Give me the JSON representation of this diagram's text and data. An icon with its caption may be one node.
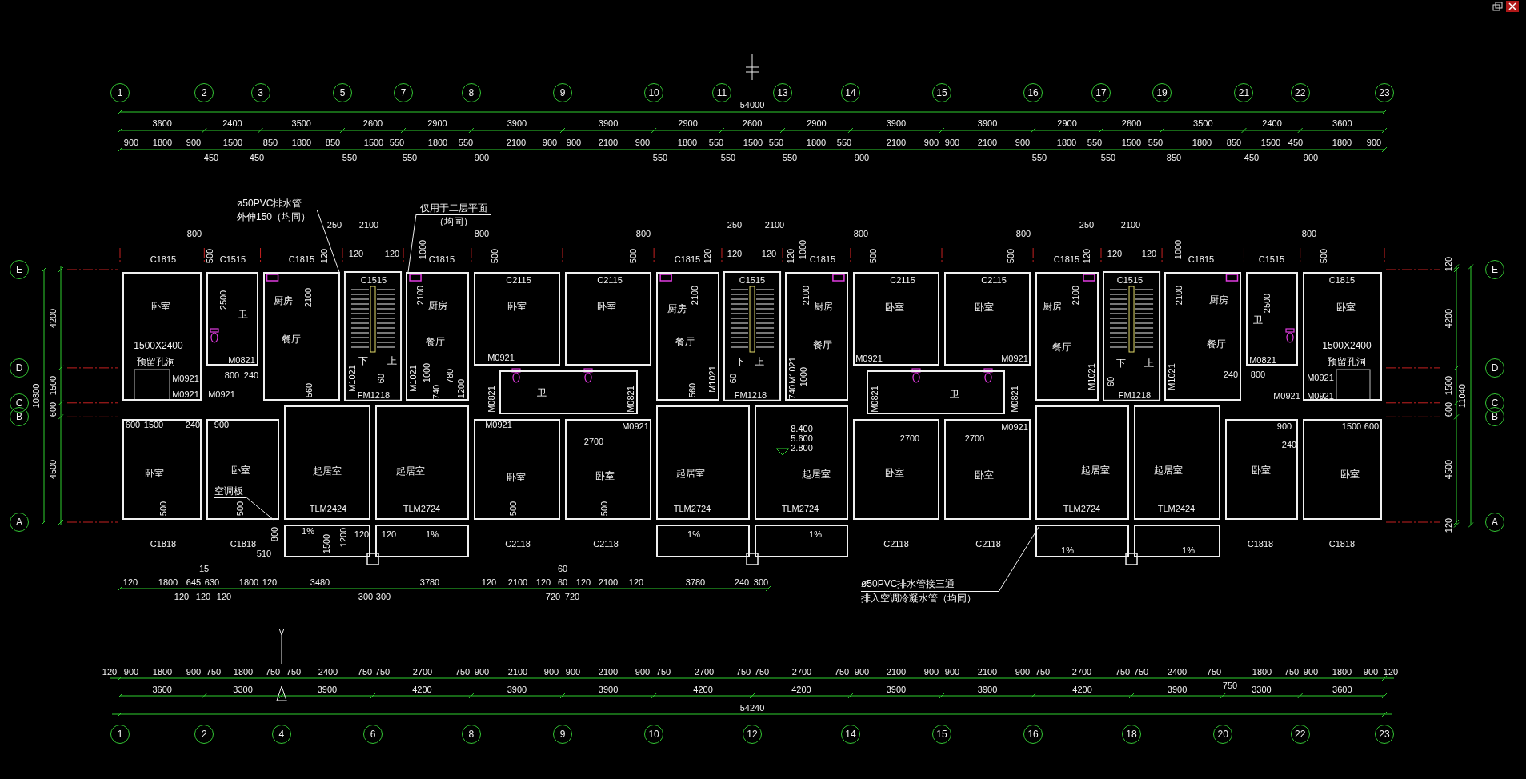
{
  "diagram": {
    "nodes": [
      {
        "text": [
          "1"
        ]
      },
      {
        "text": [
          "2"
        ]
      },
      {
        "text": [
          "3"
        ]
      },
      {
        "text": [
          "5"
        ]
      },
      {
        "text": [
          "7"
        ]
      },
      {
        "text": [
          "8"
        ]
      },
      {
        "text": [
          "9"
        ]
      },
      {
        "text": [
          "10"
        ]
      },
      {
        "text": [
          "11"
        ]
      },
      {
        "text": [
          "13"
        ]
      },
      {
        "text": [
          "14"
        ]
      },
      {
        "text": [
          "15"
        ]
      },
      {
        "text": [
          "16"
        ]
      },
      {
        "text": [
          "17"
        ]
      },
      {
        "text": [
          "19"
        ]
      },
      {
        "text": [
          "21"
        ]
      },
      {
        "text": [
          "22"
        ]
      },
      {
        "text": [
          "23"
        ]
      },
      {
        "text": [
          "ø50PVC排水管",
          "外伸150（均同）"
        ]
      },
      {
        "text": [
          "仅用于二层平面",
          "（均同）"
        ]
      },
      {
        "text": [
          "卧室"
        ]
      },
      {
        "text": [
          "卫"
        ]
      },
      {
        "text": [
          "餐厅"
        ]
      },
      {
        "text": [
          "厨房"
        ],
        "in": 22
      },
      {
        "text": [
          "餐厅"
        ]
      },
      {
        "text": [
          "厨房"
        ],
        "in": 24
      },
      {
        "text": [
          "卧室"
        ]
      },
      {
        "text": [
          "卧室"
        ]
      },
      {
        "text": [
          "餐厅"
        ]
      },
      {
        "text": [
          "厨房"
        ],
        "in": 28
      },
      {
        "text": [
          "餐厅"
        ]
      },
      {
        "text": [
          "厨房"
        ],
        "in": 30
      },
      {
        "text": [
          "卧室"
        ]
      },
      {
        "text": [
          "卧室"
        ]
      },
      {
        "text": [
          "餐厅"
        ]
      },
      {
        "text": [
          "厨房"
        ],
        "in": 34
      },
      {
        "text": [
          "餐厅"
        ]
      },
      {
        "text": [
          "厨房"
        ],
        "in": 36
      },
      {
        "text": [
          "卫"
        ]
      },
      {
        "text": [
          "卧室"
        ]
      },
      {
        "text": [
          "卫"
        ]
      },
      {
        "text": [
          "卫"
        ]
      },
      {
        "text": [
          "卧室"
        ]
      },
      {
        "text": [
          "卧室"
        ]
      },
      {
        "text": [
          "起居室"
        ]
      },
      {
        "text": [
          "起居室"
        ]
      },
      {
        "text": [
          "卧室"
        ]
      },
      {
        "text": [
          "卧室"
        ]
      },
      {
        "text": [
          "起居室"
        ]
      },
      {
        "text": [
          "起居室"
        ]
      },
      {
        "text": [
          "卧室"
        ]
      },
      {
        "text": [
          "卧室"
        ]
      },
      {
        "text": [
          "起居室"
        ]
      },
      {
        "text": [
          "起居室"
        ]
      },
      {
        "text": [
          "卧室"
        ]
      },
      {
        "text": [
          "卧室"
        ]
      },
      {
        "text": [
          "1%"
        ]
      },
      {
        "text": [
          "1%"
        ]
      },
      {
        "text": [
          "1%"
        ]
      },
      {
        "text": [
          "1%"
        ]
      },
      {
        "text": [
          "1%"
        ]
      },
      {
        "text": [
          "1%"
        ]
      },
      {
        "text": [
          "空调板"
        ],
        "in": 43
      },
      {
        "text": [
          "ø50PVC排水管接三通",
          "排入空调冷凝水管（均同）"
        ]
      },
      {
        "text": [
          "E"
        ]
      },
      {
        "text": [
          "D"
        ]
      },
      {
        "text": [
          "C"
        ]
      },
      {
        "text": [
          "B"
        ]
      },
      {
        "text": [
          "A"
        ]
      },
      {
        "text": [
          "E"
        ]
      },
      {
        "text": [
          "D"
        ]
      },
      {
        "text": [
          "C"
        ]
      },
      {
        "text": [
          "B"
        ]
      },
      {
        "text": [
          "A"
        ]
      },
      {
        "text": [
          "1"
        ]
      },
      {
        "text": [
          "2"
        ]
      },
      {
        "text": [
          "4"
        ]
      },
      {
        "text": [
          "6"
        ]
      },
      {
        "text": [
          "8"
        ]
      },
      {
        "text": [
          "9"
        ]
      },
      {
        "text": [
          "10"
        ]
      },
      {
        "text": [
          "12"
        ]
      },
      {
        "text": [
          "14"
        ]
      },
      {
        "text": [
          "15"
        ]
      },
      {
        "text": [
          "16"
        ]
      },
      {
        "text": [
          "18"
        ]
      },
      {
        "text": [
          "20"
        ]
      },
      {
        "text": [
          "22"
        ]
      },
      {
        "text": [
          "23"
        ]
      }
    ],
    "edges": [
      {
        "from": 18,
        "to": 22,
        "arrow": "none"
      },
      {
        "from": 19,
        "to": 24,
        "arrow": "none"
      },
      {
        "from": 62,
        "to": 43,
        "arrow": "none"
      },
      {
        "from": 63,
        "to": 60,
        "arrow": "none"
      }
    ],
    "labels": [
      "54000",
      "3600",
      "2400",
      "3500",
      "2600",
      "2900",
      "3900",
      "3900",
      "2900",
      "2600",
      "2900",
      "3900",
      "3900",
      "2900",
      "2600",
      "3500",
      "2400",
      "3600",
      "900",
      "1800",
      "900",
      "1500",
      "850",
      "1800",
      "850",
      "1500",
      "550",
      "1800",
      "550",
      "2100",
      "900",
      "900",
      "2100",
      "900",
      "1800",
      "550",
      "1500",
      "550",
      "1800",
      "550",
      "2100",
      "900",
      "900",
      "2100",
      "900",
      "1800",
      "550",
      "1500",
      "550",
      "1800",
      "850",
      "1500",
      "450",
      "1800",
      "900",
      "450",
      "450",
      "550",
      "550",
      "900",
      "550",
      "550",
      "550",
      "900",
      "550",
      "550",
      "850",
      "450",
      "900",
      "250",
      "2100",
      "250",
      "2100",
      "250",
      "2100",
      "800",
      "800",
      "800",
      "800",
      "800",
      "800",
      "C1815",
      "500",
      "C1515",
      "C1815",
      "120",
      "120",
      "120",
      "1000",
      "C1815",
      "500",
      "500",
      "C1815",
      "120",
      "120",
      "120",
      "120",
      "1000",
      "C1815",
      "500",
      "500",
      "C1815",
      "120",
      "120",
      "120",
      "1000",
      "C1815",
      "C1515",
      "500",
      "C1515",
      "C2115",
      "C2115",
      "C1515",
      "C2115",
      "C2115",
      "C1515",
      "C1815",
      "2500",
      "2100",
      "2100",
      "2100",
      "2100",
      "2100",
      "2100",
      "2500",
      "1500X2400",
      "预留孔洞",
      "1500X2400",
      "预留孔洞",
      "M0821",
      "M0921",
      "下",
      "上",
      "下",
      "上",
      "下",
      "上",
      "M0921",
      "M0921",
      "M0821",
      "M0921",
      "800",
      "240",
      "M1021",
      "60",
      "M1021",
      "1000",
      "780",
      "M1021",
      "60",
      "M1021",
      "1000",
      "M1021",
      "60",
      "M1021",
      "240",
      "800",
      "M0921",
      "M0921",
      "M0921",
      "560",
      "FM1218",
      "740",
      "1200",
      "M0821",
      "M0821",
      "560",
      "FM1218",
      "740",
      "M0821",
      "M0821",
      "FM1218",
      "M0921",
      "M0921",
      "600",
      "1500",
      "240",
      "900",
      "M0921",
      "M0921",
      "8.400",
      "M0921",
      "900",
      "1500",
      "600",
      "2700",
      "5.600",
      "2700",
      "2700",
      "240",
      "2.800",
      "TLM2424",
      "TLM2724",
      "TLM2724",
      "TLM2724",
      "TLM2724",
      "TLM2424",
      "500",
      "500",
      "500",
      "500",
      "800",
      "1500",
      "1200",
      "120",
      "120",
      "510",
      "C1818",
      "C1818",
      "C2118",
      "C2118",
      "C2118",
      "C2118",
      "C1818",
      "C1818",
      "4200",
      "10800",
      "1500",
      "600",
      "4500",
      "120",
      "4200",
      "11040",
      "1500",
      "600",
      "4500",
      "120",
      "15",
      "60",
      "120",
      "1800",
      "645",
      "630",
      "1800",
      "120",
      "3480",
      "3780",
      "120",
      "2100",
      "120",
      "60",
      "120",
      "2100",
      "120",
      "3780",
      "240",
      "300",
      "120",
      "120",
      "120",
      "300",
      "300",
      "720",
      "720",
      "120",
      "900",
      "1800",
      "900",
      "750",
      "1800",
      "750",
      "750",
      "2400",
      "750",
      "750",
      "2700",
      "750",
      "900",
      "2100",
      "900",
      "900",
      "2100",
      "900",
      "750",
      "2700",
      "750",
      "750",
      "2700",
      "750",
      "900",
      "2100",
      "900",
      "900",
      "2100",
      "900",
      "750",
      "2700",
      "750",
      "750",
      "2400",
      "750",
      "1800",
      "750",
      "900",
      "1800",
      "900",
      "120",
      "750",
      "3600",
      "3300",
      "3900",
      "4200",
      "3900",
      "3900",
      "4200",
      "4200",
      "3900",
      "3900",
      "4200",
      "3900",
      "3300",
      "3600",
      "54240"
    ]
  }
}
